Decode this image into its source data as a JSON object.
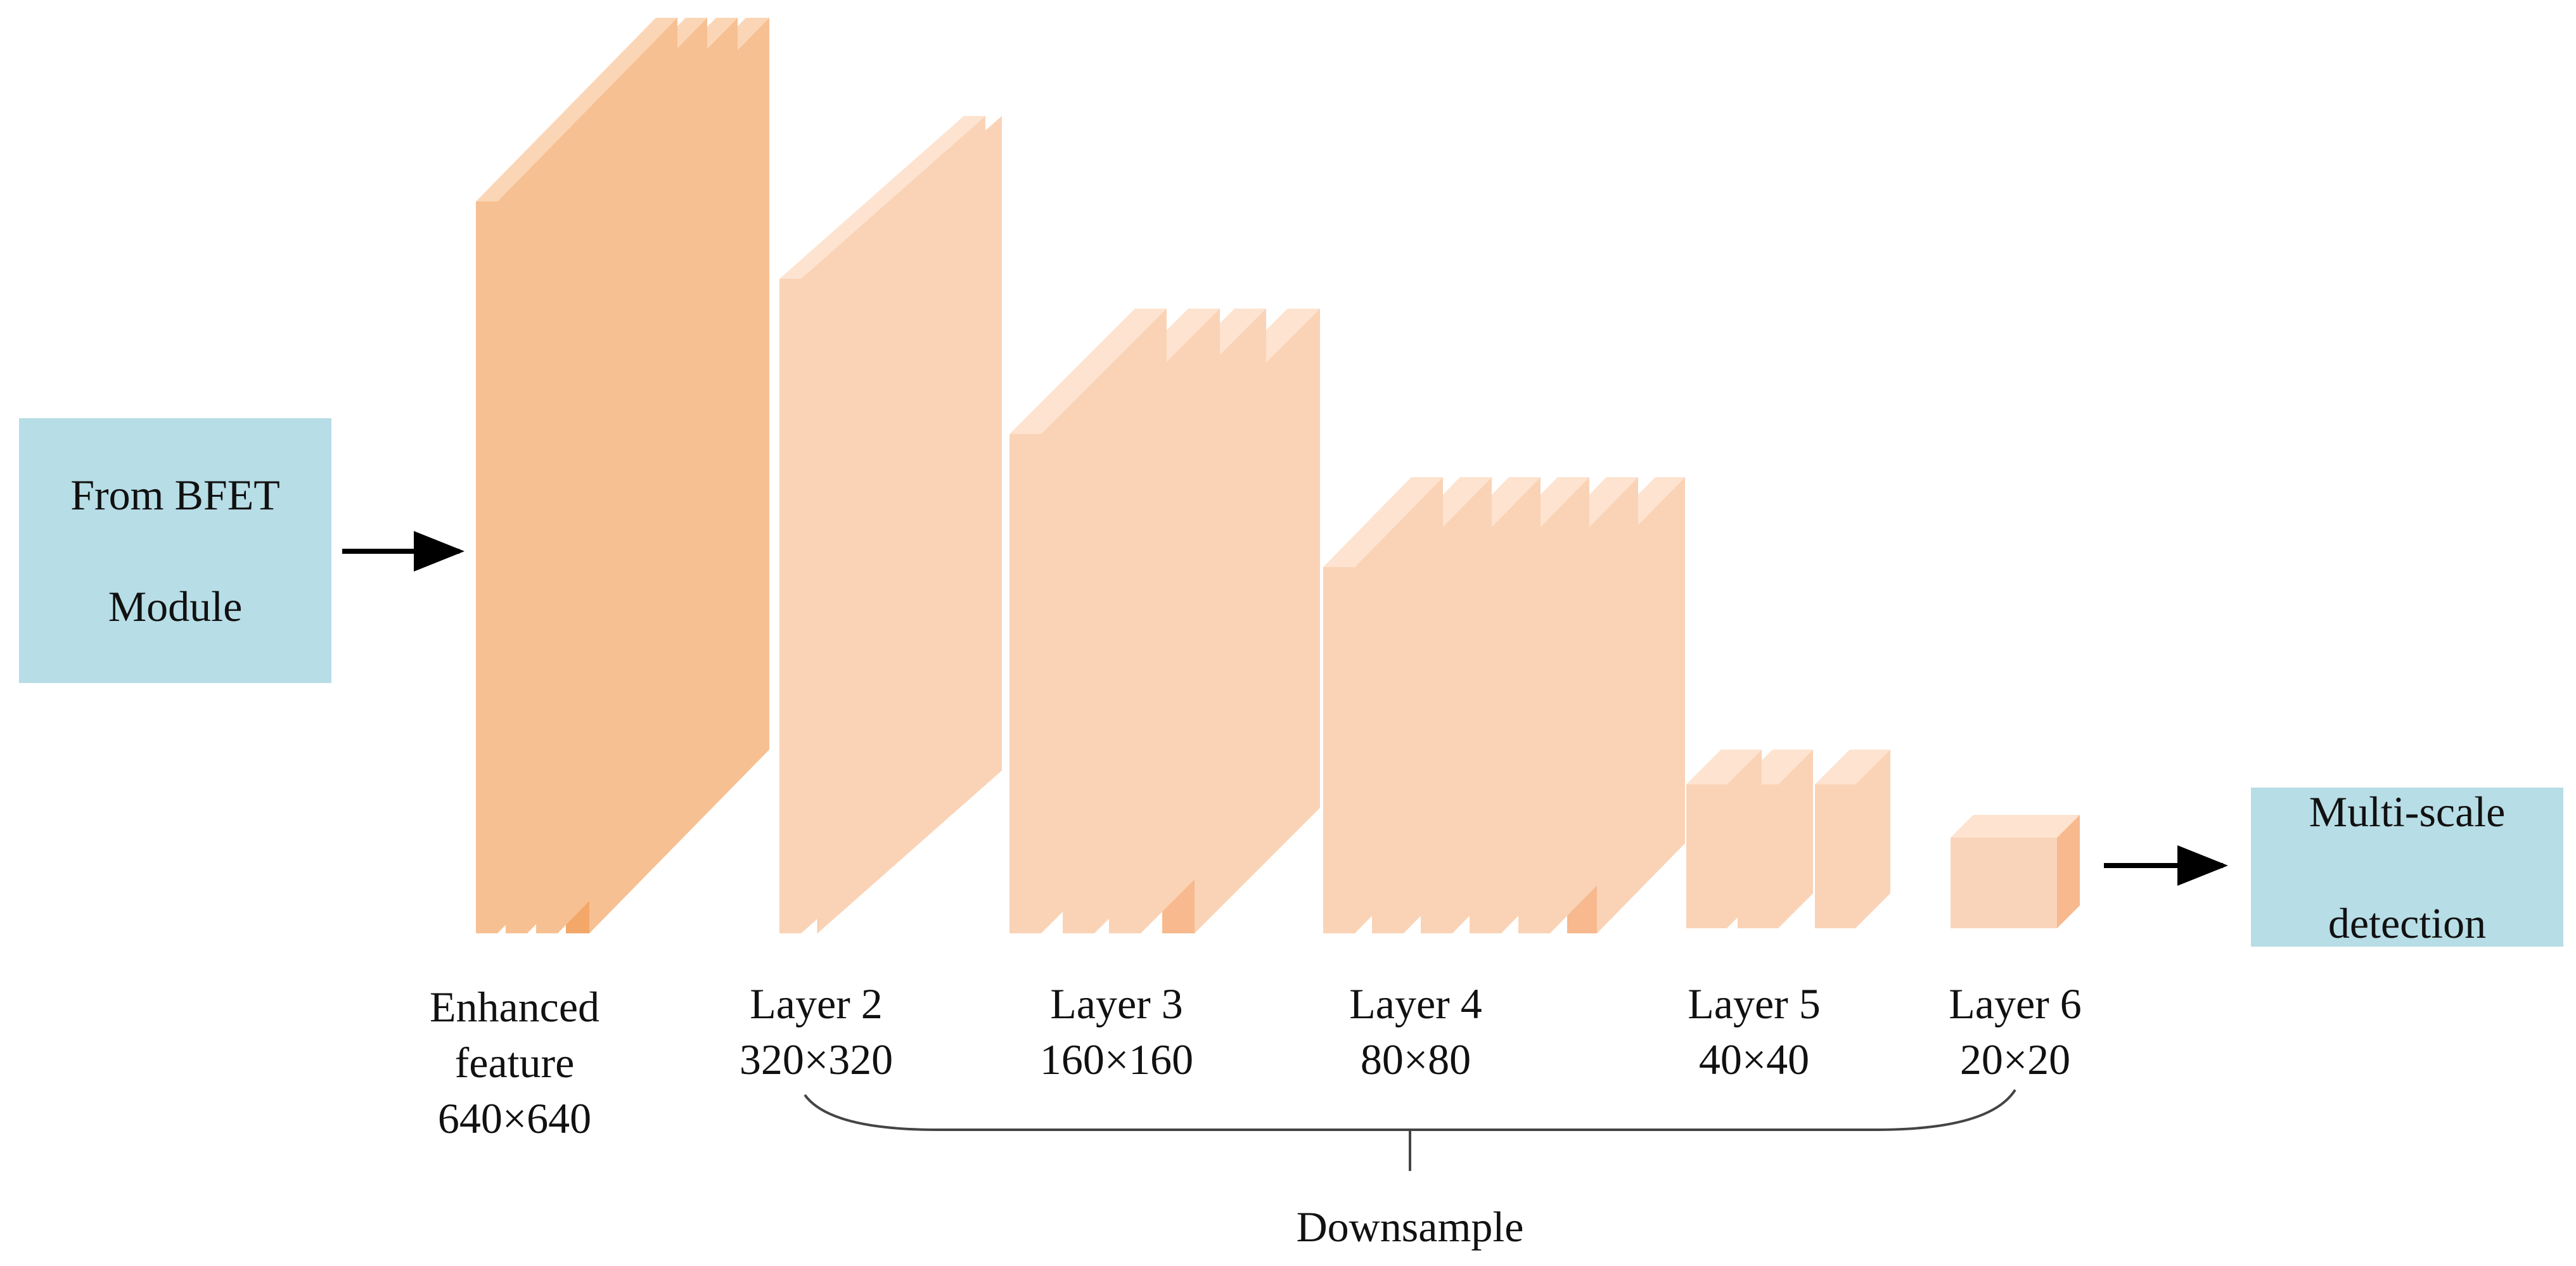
{
  "colors": {
    "input_box": "#b7dde6",
    "enhanced_front": "#f3a769",
    "enhanced_top": "#fbd6b6",
    "enhanced_side": "#f7c092",
    "layer_front": "#f7b98d",
    "layer_top": "#fde3d0",
    "layer_side": "#fad3b6",
    "arrow": "#000000",
    "bracket": "#444444"
  },
  "input_box": {
    "label_line1": "From BFET",
    "label_line2": "Module"
  },
  "output_box": {
    "label_line1": "Multi-scale",
    "label_line2": "detection"
  },
  "layers": [
    {
      "name": "Enhanced",
      "name2": "feature",
      "size": "640×640",
      "slices": 4
    },
    {
      "name": "Layer 2",
      "size": "320×320",
      "slices": 2
    },
    {
      "name": "Layer 3",
      "size": "160×160",
      "slices": 4
    },
    {
      "name": "Layer 4",
      "size": "80×80",
      "slices": 6
    },
    {
      "name": "Layer 5",
      "size": "40×40",
      "slices": 3
    },
    {
      "name": "Layer 6",
      "size": "20×20",
      "slices": 1
    }
  ],
  "bracket_label": "Downsample"
}
